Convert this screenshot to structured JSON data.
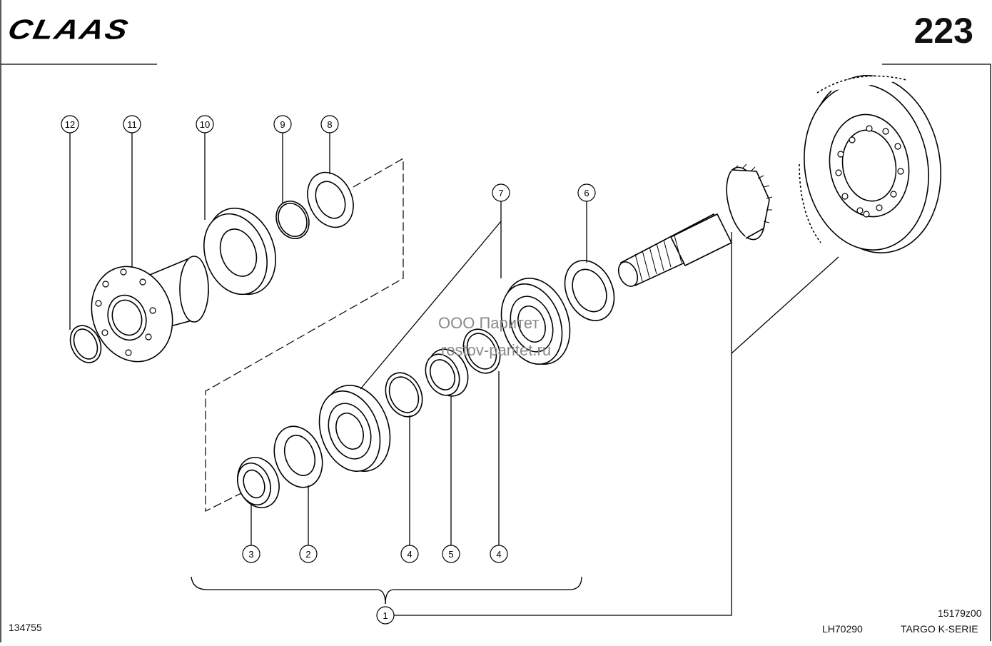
{
  "header": {
    "brand": "CLAAS",
    "page_number": "223"
  },
  "footer": {
    "left_code": "134755",
    "center_code": "LH70290",
    "right_code_top": "15179z00",
    "series": "TARGO K-SERIE"
  },
  "watermark": {
    "line1": "ООО Паритет",
    "line2": "rostov-paritet.ru"
  },
  "callouts": [
    "12",
    "11",
    "10",
    "9",
    "8",
    "7",
    "6",
    "3",
    "2",
    "4",
    "5",
    "4",
    "1"
  ]
}
